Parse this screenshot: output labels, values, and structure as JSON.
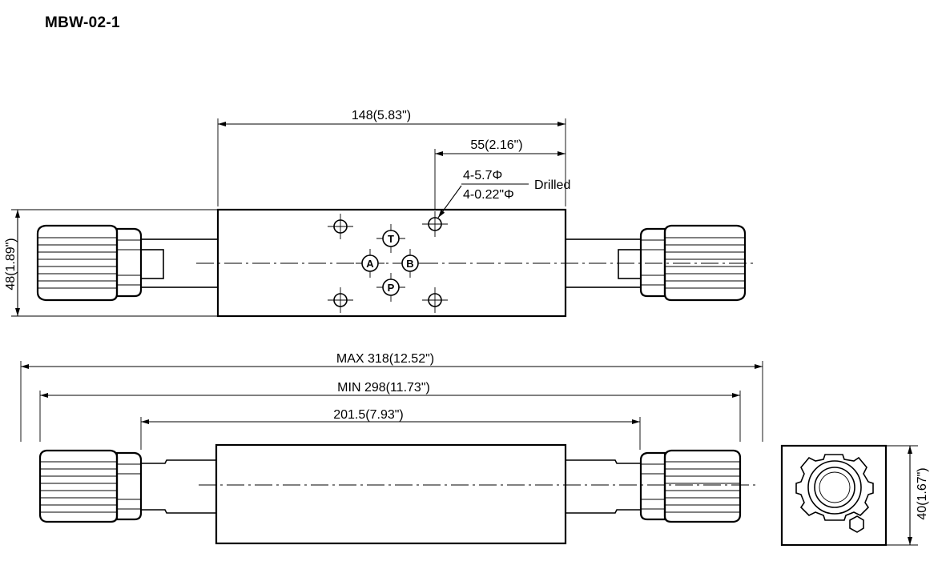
{
  "title": "MBW-02-1",
  "dimensions": {
    "length_body": "148(5.83\")",
    "hole_offset": "55(2.16\")",
    "hole_metric": "4-5.7Φ",
    "hole_inch": "4-0.22\"Φ",
    "hole_note": "Drilled",
    "height": "48(1.89\")",
    "max_length": "MAX 318(12.52\")",
    "min_length": "MIN 298(11.73\")",
    "knob_span": "201.5(7.93\")",
    "width": "40(1.67\")"
  },
  "ports": {
    "t": "T",
    "a": "A",
    "b": "B",
    "p": "P"
  }
}
